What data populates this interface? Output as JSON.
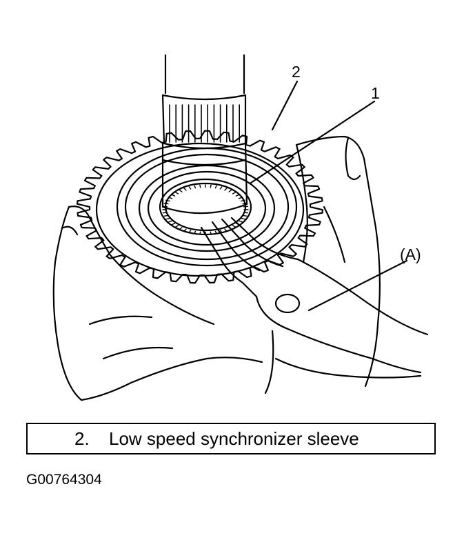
{
  "callouts": {
    "part_1": "1",
    "part_2": "2",
    "tool_a": "(A)"
  },
  "caption": {
    "number": "2.",
    "text": "Low speed synchronizer sleeve"
  },
  "figure_id": "G00764304"
}
